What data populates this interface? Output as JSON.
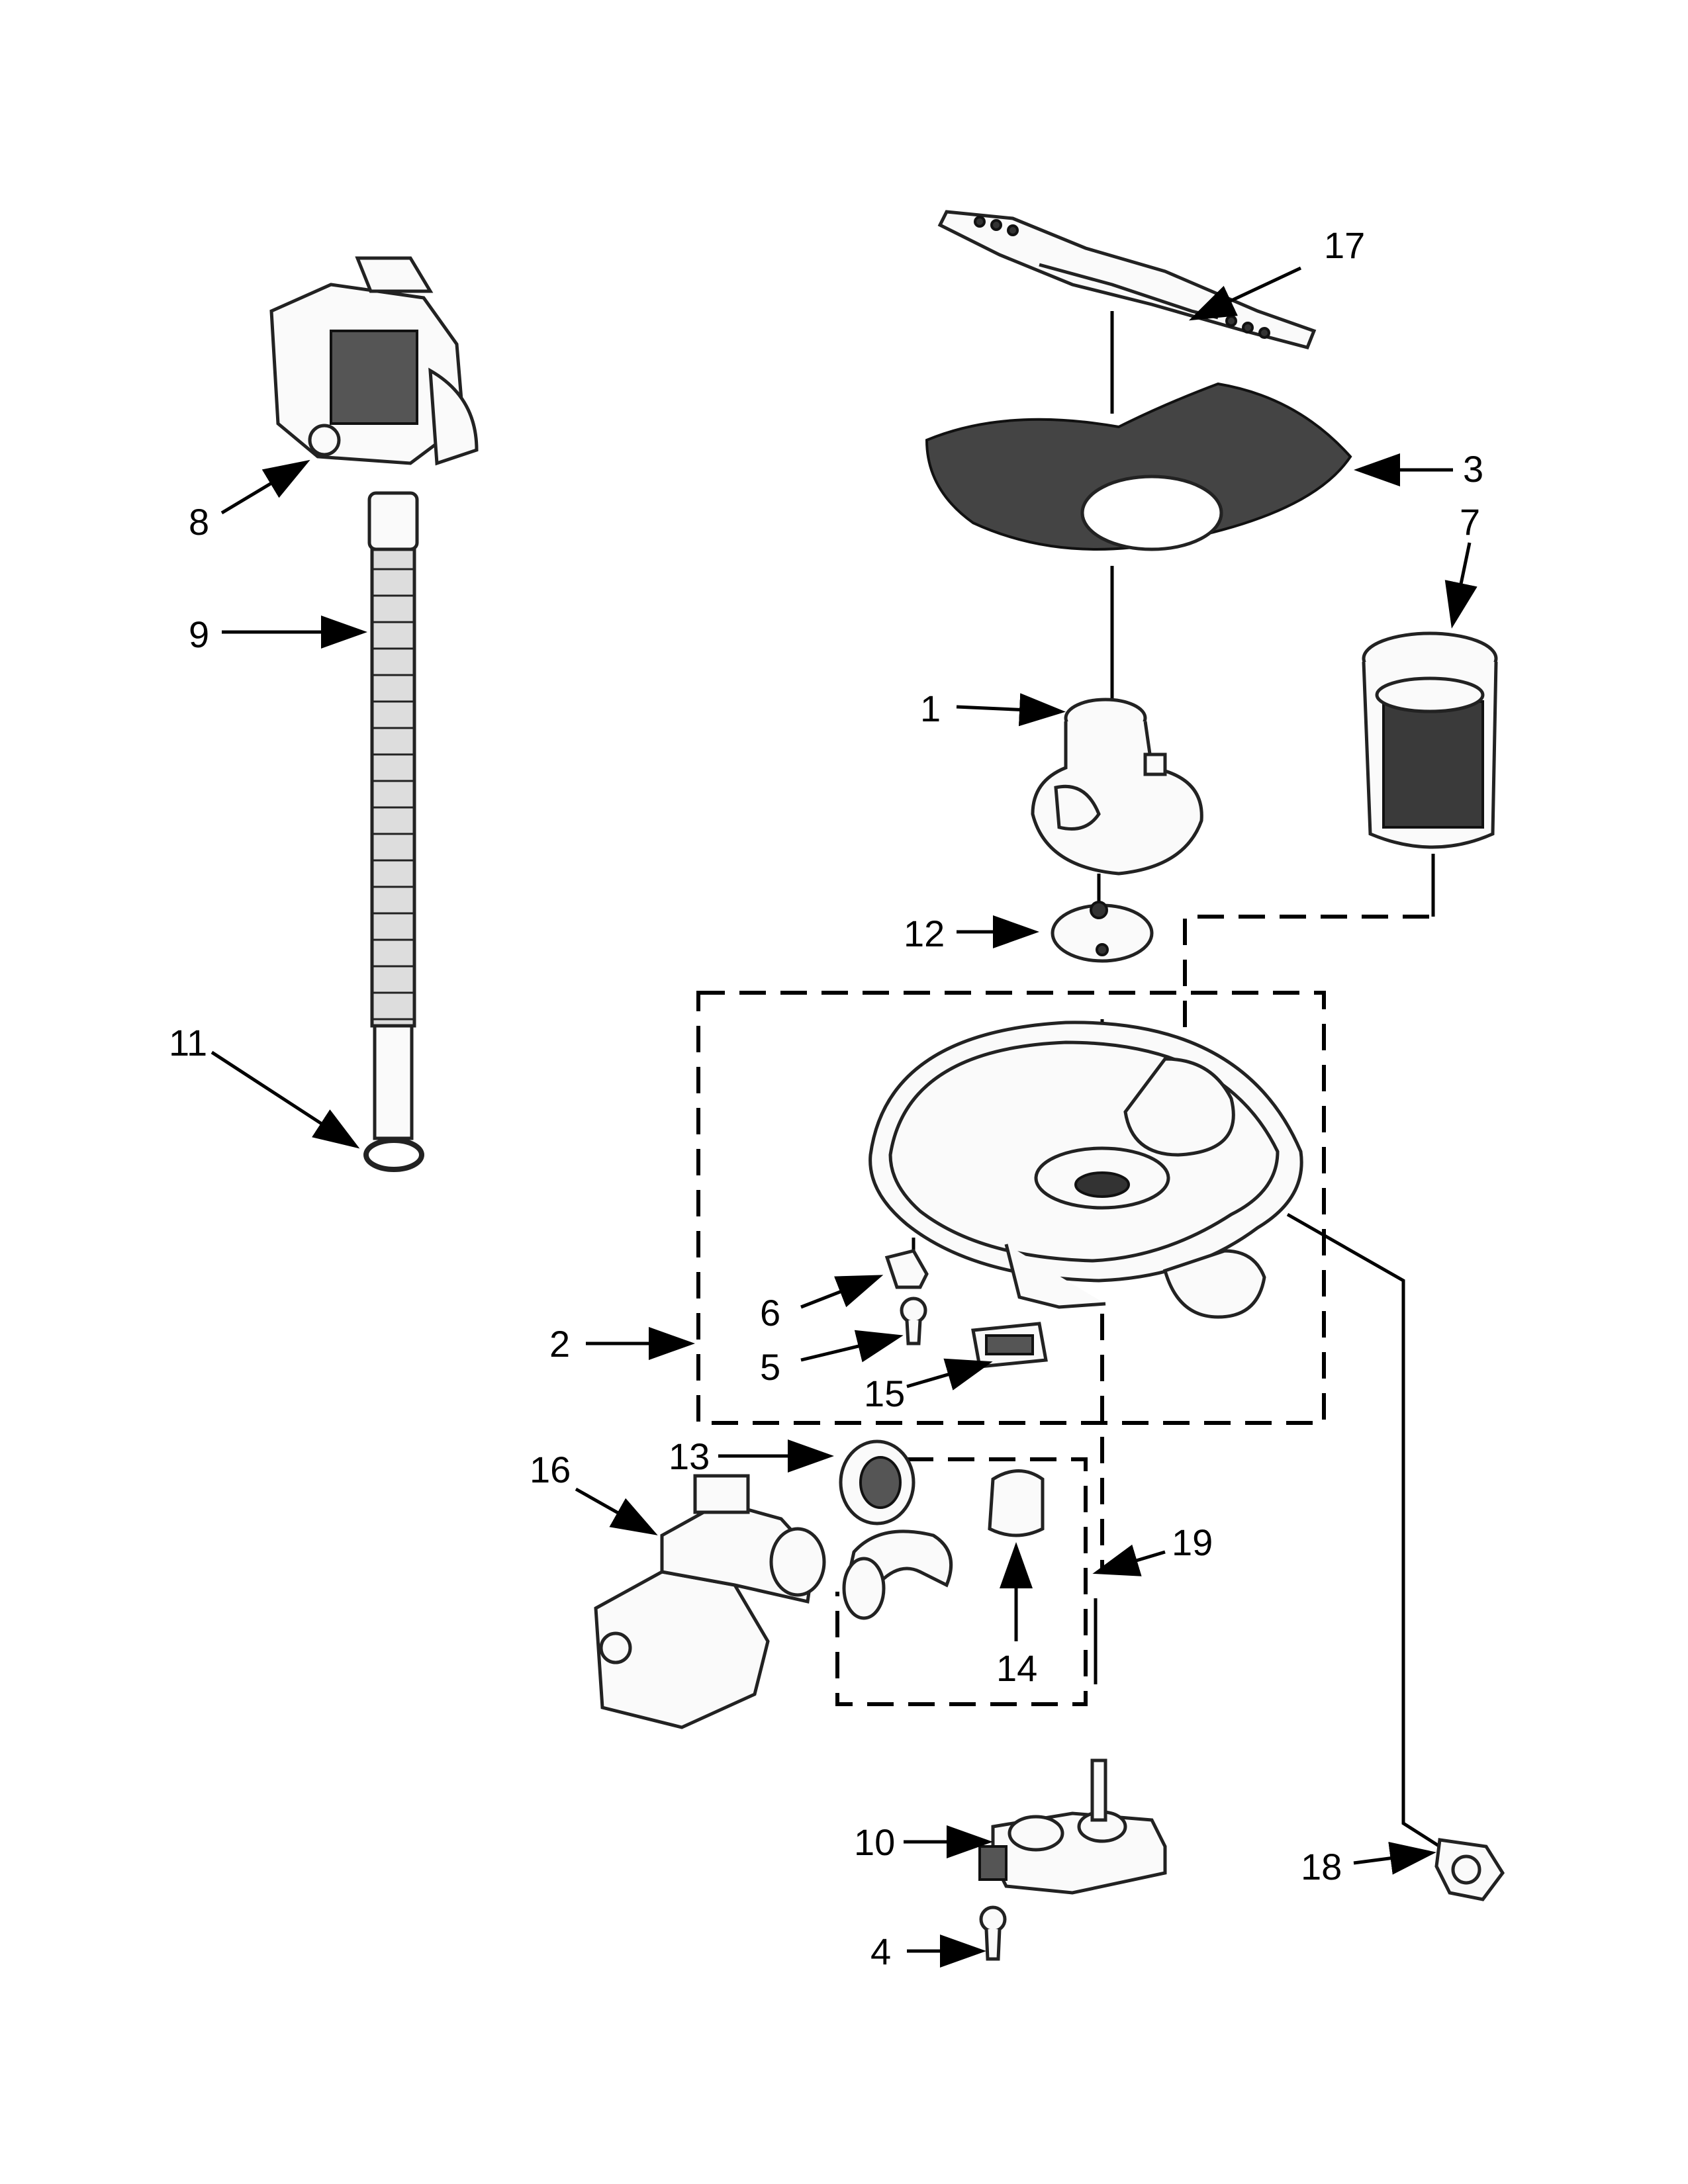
{
  "callouts": [
    {
      "id": "1",
      "label": "1",
      "part": "wash-arm-mount"
    },
    {
      "id": "2",
      "label": "2",
      "part": "sump-assembly"
    },
    {
      "id": "3",
      "label": "3",
      "part": "filter-screen"
    },
    {
      "id": "4",
      "label": "4",
      "part": "screw"
    },
    {
      "id": "5",
      "label": "5",
      "part": "screw"
    },
    {
      "id": "6",
      "label": "6",
      "part": "clip"
    },
    {
      "id": "7",
      "label": "7",
      "part": "filter-cylinder"
    },
    {
      "id": "8",
      "label": "8",
      "part": "drain-pump"
    },
    {
      "id": "9",
      "label": "9",
      "part": "drain-hose"
    },
    {
      "id": "10",
      "label": "10",
      "part": "diverter-motor"
    },
    {
      "id": "11",
      "label": "11",
      "part": "hose-clamp"
    },
    {
      "id": "12",
      "label": "12",
      "part": "seal-disc"
    },
    {
      "id": "13",
      "label": "13",
      "part": "gasket"
    },
    {
      "id": "14",
      "label": "14",
      "part": "hose-elbow-clamp"
    },
    {
      "id": "15",
      "label": "15",
      "part": "connector"
    },
    {
      "id": "16",
      "label": "16",
      "part": "circulation-pump"
    },
    {
      "id": "17",
      "label": "17",
      "part": "lower-spray-arm"
    },
    {
      "id": "18",
      "label": "18",
      "part": "sensor"
    },
    {
      "id": "19",
      "label": "19",
      "part": "shaft"
    }
  ],
  "colors": {
    "line": "#000000",
    "fill": "#fafafa",
    "dark": "#333333"
  }
}
